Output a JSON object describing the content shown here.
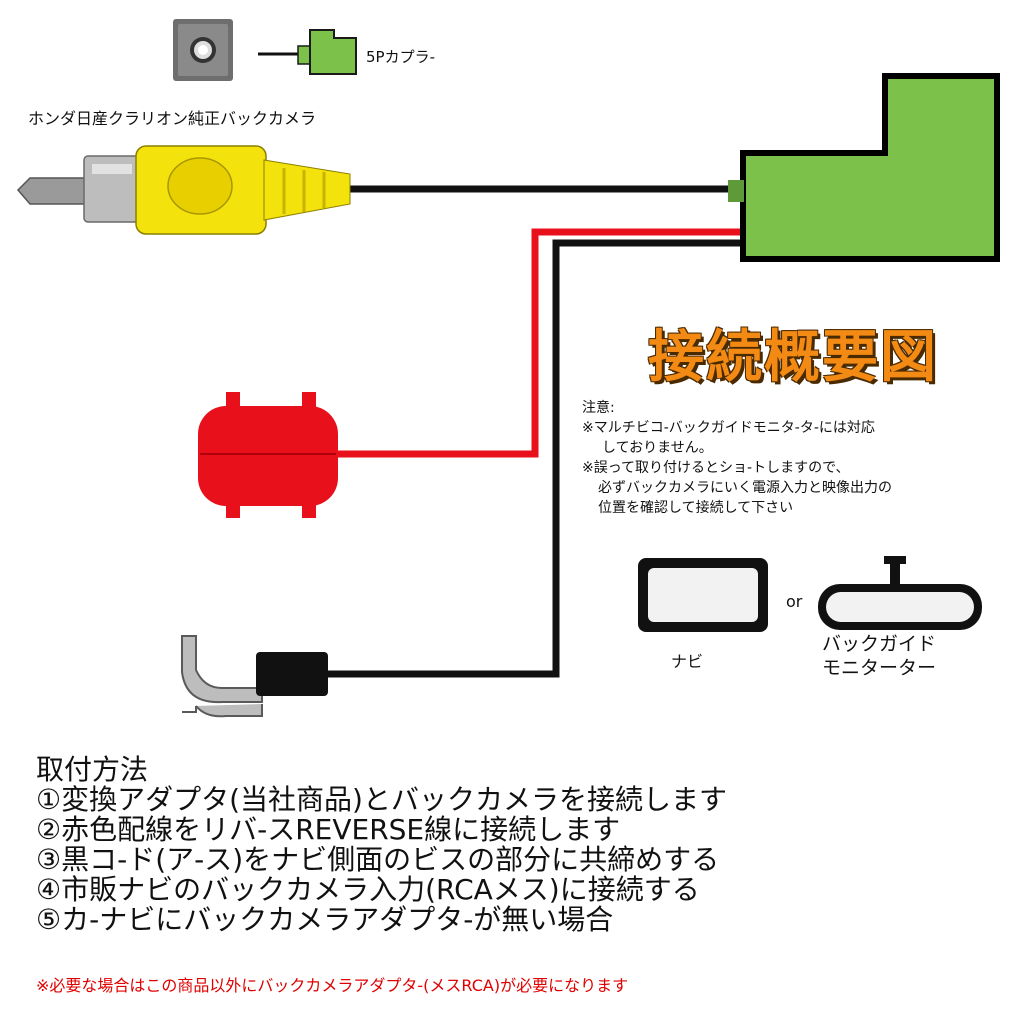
{
  "labels": {
    "connector": "5Pカプラ-",
    "camera": "ホンダ日産クラリオン純正バックカメラ",
    "title": "接続概要図",
    "or": "or",
    "navi": "ナビ",
    "mirror_line1": "バックガイド",
    "mirror_line2": "モニターター"
  },
  "notes": {
    "header": "注意:",
    "note1_line1": "※マルチビコ-バックガイドモニタ-タ-には対応",
    "note1_line2": "しておりません。",
    "note2_line1": "※誤って取り付けるとショ-トしますので、",
    "note2_line2": "必ずバックカメラにいく電源入力と映像出力の",
    "note2_line3": "位置を確認して接続して下さい"
  },
  "install": {
    "heading": "取付方法",
    "steps": [
      "①変換アダプタ(当社商品)とバックカメラを接続します",
      "②赤色配線をリバ-スREVERSE線に接続します",
      "③黒コ-ド(ア-ス)をナビ側面のビスの部分に共締めする",
      "④市販ナビのバックカメラ入力(RCAメス)に接続する",
      "⑤カ-ナビにバックカメラアダプタ-が無い場合"
    ],
    "footnote": "※必要な場合はこの商品以外にバックカメラアダプタ-(メスRCA)が必要になります"
  },
  "colors": {
    "connector_green": "#7cc24a",
    "wire_red": "#e8101a",
    "wire_black": "#111111",
    "rca_yellow": "#f4e20c",
    "title_orange": "#f28a14",
    "footnote_red": "#e00000"
  }
}
